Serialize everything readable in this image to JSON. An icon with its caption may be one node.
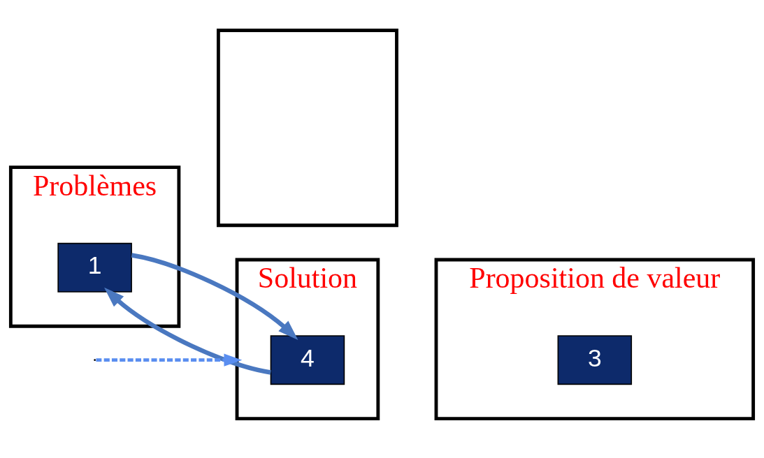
{
  "diagram": {
    "nodes": [
      {
        "text": [
          "Problèmes"
        ]
      },
      {
        "text": [
          "1"
        ],
        "in": 0
      },
      {
        "text": [
          "Solution"
        ]
      },
      {
        "text": [
          "4"
        ],
        "in": 2
      },
      {
        "text": [],
        "shape": "box"
      },
      {
        "text": [
          "Proposition de valeur"
        ]
      },
      {
        "text": [
          "3"
        ],
        "in": 5
      }
    ],
    "edges": [
      {
        "from": 3,
        "to": 1,
        "arrow": "to",
        "color": "#4a78c0"
      },
      {
        "from": 1,
        "to": 3,
        "arrow": "to",
        "color": "#4a78c0"
      },
      {
        "from": null,
        "to": 2,
        "arrow": "to",
        "style": "dashed",
        "color": "#5a8ef0"
      }
    ]
  }
}
